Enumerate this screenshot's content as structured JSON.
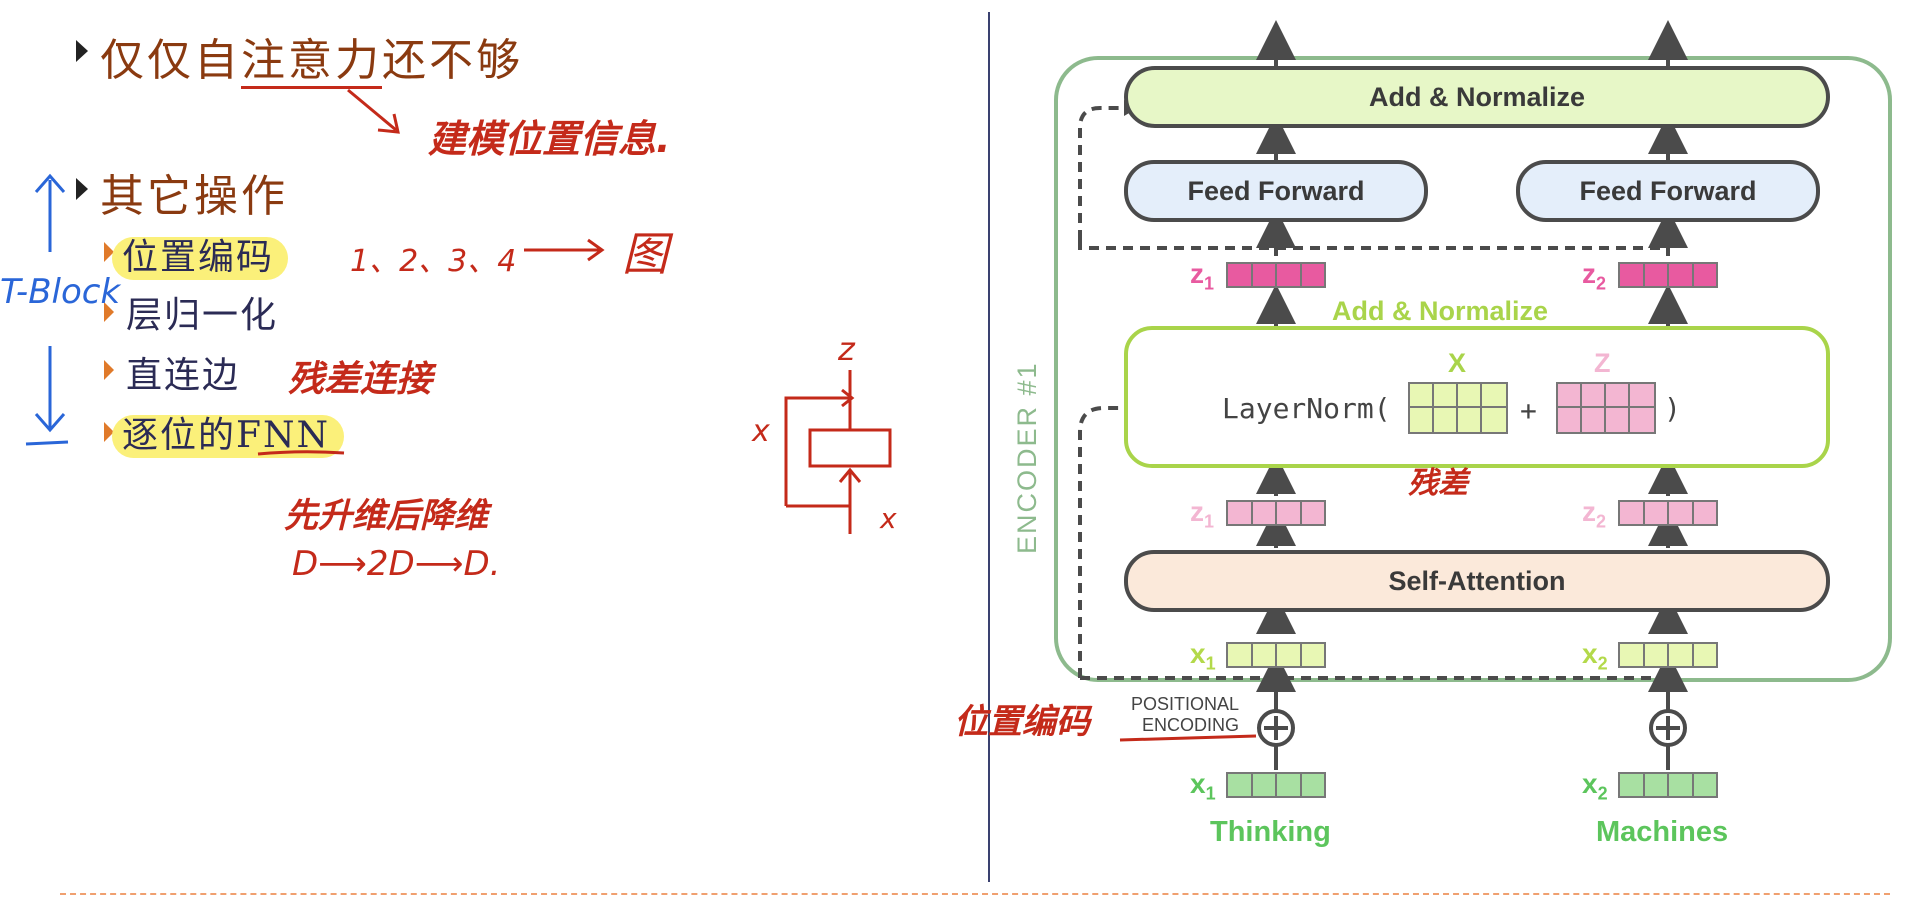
{
  "slide": {
    "bullet_main": {
      "prefix": "仅仅自",
      "underlined": "注意力",
      "suffix": "还不够"
    },
    "bullet_other": "其它操作",
    "sub_items": [
      {
        "label": "位置编码",
        "highlight": true
      },
      {
        "label": "层归一化",
        "highlight": false
      },
      {
        "label": "直连边",
        "highlight": false
      },
      {
        "label": "逐位的FNN",
        "highlight": true
      }
    ]
  },
  "annotations": {
    "position_info": "建模位置信息.",
    "numbers": "1、2、3、4",
    "arrow_target": "图",
    "t_block": "T-Block",
    "residual": "残差连接",
    "fnn_note": "先升维后降维",
    "dims": "D⟶2D⟶D.",
    "sketch_z": "z",
    "sketch_x_left": "x",
    "sketch_x_right": "x",
    "residual_short": "残差",
    "pos_enc_hand": "位置编码"
  },
  "diagram": {
    "encoder_label": "ENCODER #1",
    "add_norm_top": "Add & Normalize",
    "feed_forward_1": "Feed Forward",
    "feed_forward_2": "Feed Forward",
    "add_norm_mid": "Add & Normalize",
    "layernorm": "LayerNorm(",
    "plus": "+",
    "close_paren": ")",
    "x_label": "X",
    "z_label": "Z",
    "self_attention": "Self-Attention",
    "z1": "z",
    "z2": "z",
    "x1": "x",
    "x2": "x",
    "sub1": "1",
    "sub2": "2",
    "positional_encoding_line1": "POSITIONAL",
    "positional_encoding_line2": "ENCODING",
    "word1": "Thinking",
    "word2": "Machines",
    "colors": {
      "encoder_border": "#8dba8d",
      "pill_blue": "#e4eefa",
      "pill_green": "#e7f7c7",
      "pill_orange": "#fbe9da",
      "vec_pink_dark": "#e85aa0",
      "vec_pink_light": "#f3b6d2",
      "vec_yellow": "#e8f7b4",
      "vec_green": "#a8e0a2",
      "layernorm_border": "#a9d44a"
    }
  }
}
